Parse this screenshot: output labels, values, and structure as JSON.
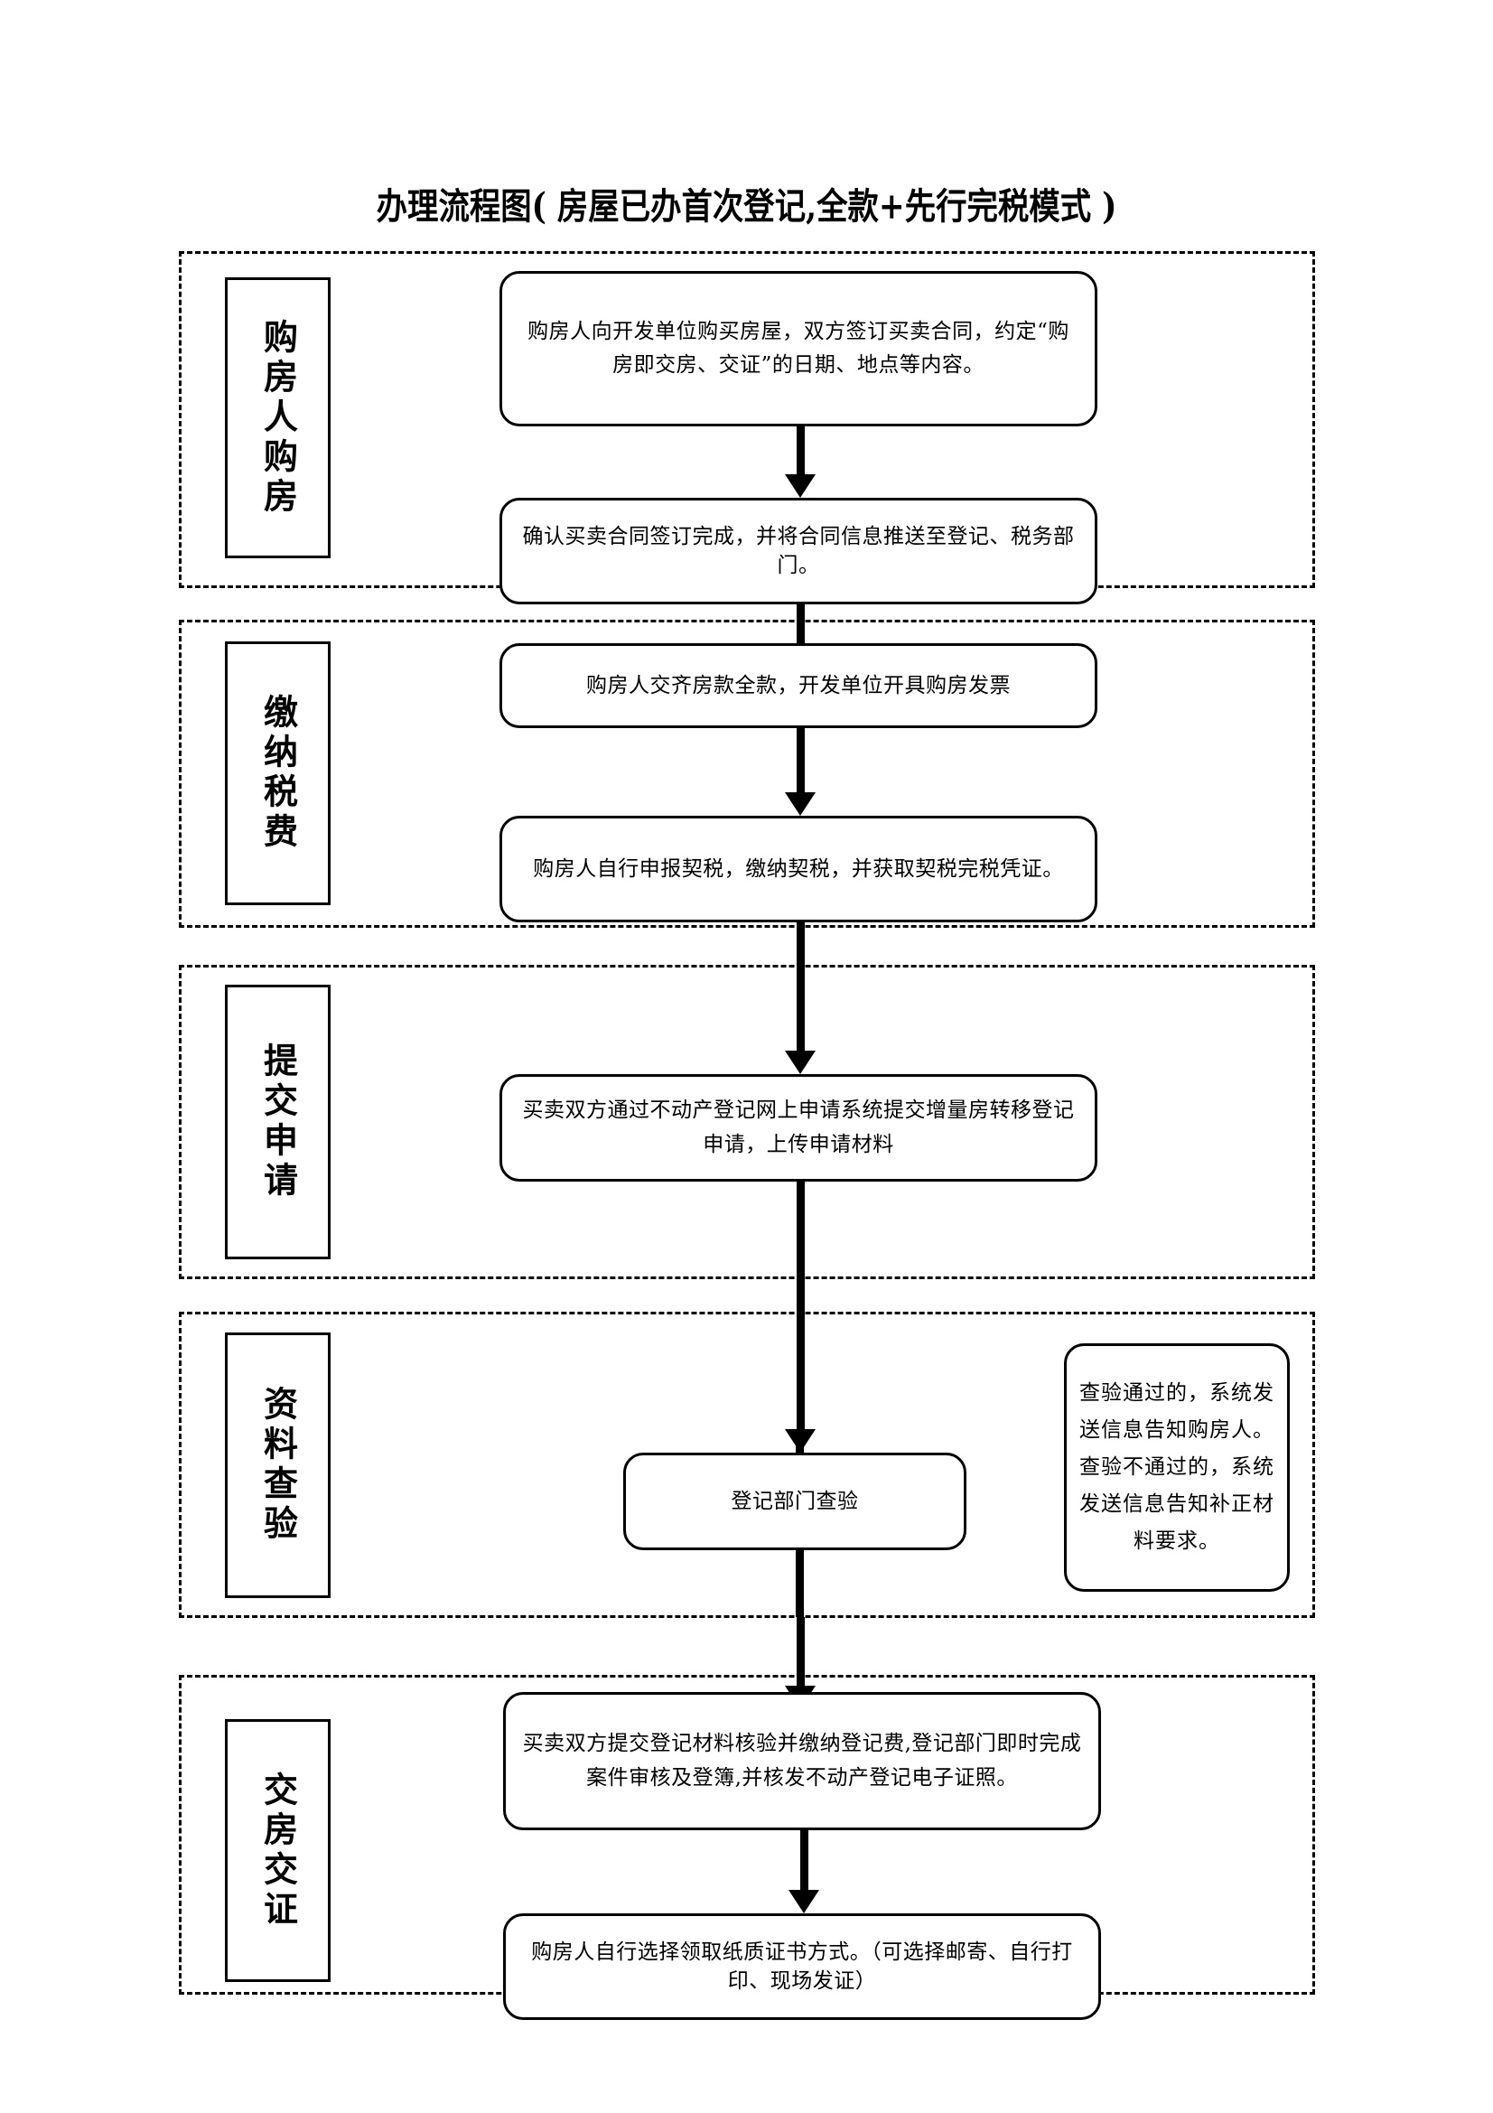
{
  "document": {
    "title": "办理流程图( 房屋已办首次登记,全款+先行完税模式 )"
  },
  "chart_data": {
    "type": "flowchart",
    "title": "办理流程图( 房屋已办首次登记,全款+先行完税模式 )",
    "orientation": "top-to-bottom",
    "phases": [
      {
        "id": "phase-1",
        "label": "购房人购房",
        "steps": [
          "购房人向开发单位购买房屋，双方签订买卖合同，约定“购房即交房、交证”的日期、地点等内容。",
          "确认买卖合同签订完成，并将合同信息推送至登记、税务部门。"
        ]
      },
      {
        "id": "phase-2",
        "label": "缴纳税费",
        "steps": [
          "购房人交齐房款全款，开发单位开具购房发票",
          "购房人自行申报契税，缴纳契税，并获取契税完税凭证。"
        ]
      },
      {
        "id": "phase-3",
        "label": "提交申请",
        "steps": [
          "买卖双方通过不动产登记网上申请系统提交增量房转移登记申请，上传申请材料"
        ]
      },
      {
        "id": "phase-4",
        "label": "资料查验",
        "steps": [
          "登记部门查验"
        ],
        "note": "查验通过的，系统发送信息告知购房人。查验不通过的，系统发送信息告知补正材料要求。"
      },
      {
        "id": "phase-5",
        "label": "交房交证",
        "steps": [
          "买卖双方提交登记材料核验并缴纳登记费,登记部门即时完成案件审核及登簿,并核发不动产登记电子证照。",
          "购房人自行选择领取纸质证书方式。（可选择邮寄、自行打印、现场发证）"
        ]
      }
    ],
    "connectors": [
      {
        "from": "phase-1 step 1",
        "to": "phase-1 step 2",
        "type": "arrow-down"
      },
      {
        "from": "phase-1 step 2",
        "to": "phase-2 step 1",
        "type": "arrow-down"
      },
      {
        "from": "phase-2 step 1",
        "to": "phase-2 step 2",
        "type": "arrow-down"
      },
      {
        "from": "phase-2 step 2",
        "to": "phase-3 step 1",
        "type": "arrow-down"
      },
      {
        "from": "phase-3 step 1",
        "to": "phase-4 step 1",
        "type": "arrow-down"
      },
      {
        "from": "phase-4 step 1",
        "to": "phase-5 step 1",
        "type": "arrow-down"
      },
      {
        "from": "phase-5 step 1",
        "to": "phase-5 step 2",
        "type": "arrow-down"
      }
    ],
    "colors": {
      "stroke": "#000000",
      "fill": "#ffffff",
      "band_border": "#000000"
    }
  }
}
